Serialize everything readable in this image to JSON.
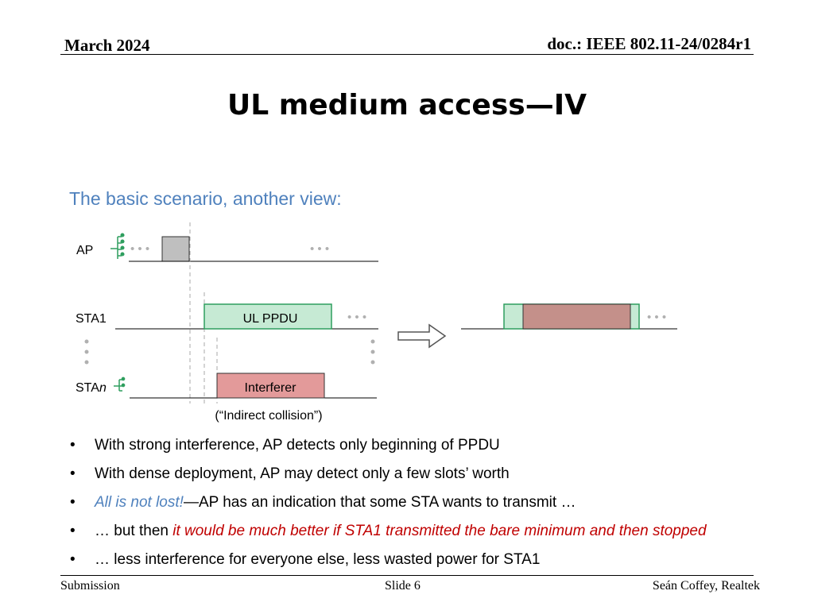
{
  "header": {
    "date": "March 2024",
    "doc": "doc.: IEEE 802.11-24/0284r1"
  },
  "title": "UL medium access—IV",
  "subtitle": "The basic scenario, another view:",
  "diagram": {
    "ap_label": "AP",
    "sta1_label": "STA1",
    "stan_prefix": "STA",
    "stan_suffix": "n",
    "ul_ppdu": "UL PPDU",
    "interferer": "Interferer",
    "caption": "(“Indirect collision”)",
    "ellipsis": "• • •",
    "colors": {
      "ul_ppdu_fill": "#c6ead4",
      "ul_ppdu_stroke": "#2e9e5e",
      "interferer_fill": "#e39a9a",
      "ap_block_fill": "#bfbfbf",
      "collided_fill": "#c4908a",
      "dots": "#b0b0b0"
    },
    "icons": [
      "antenna-icon-ap",
      "antenna-icon-stan",
      "right-arrow-icon"
    ]
  },
  "bullets": {
    "b1": "With strong interference, AP detects only beginning of PPDU",
    "b2": "With dense deployment, AP may detect only a few slots’ worth",
    "b3_em": "All is not lost!",
    "b3_rest": "—AP has an indication that some STA wants to transmit …",
    "b4_pre": "… but then ",
    "b4_em": "it would be much better if STA1 transmitted the bare minimum and then stopped",
    "b5": "… less interference for everyone else, less wasted power for STA1",
    "marker": "•"
  },
  "footer": {
    "left": "Submission",
    "center": "Slide 6",
    "right": "Seán Coffey, Realtek"
  }
}
